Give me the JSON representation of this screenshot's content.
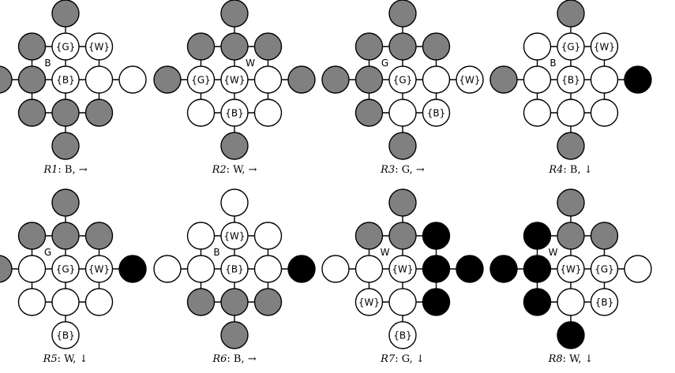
{
  "colors": {
    "white": "#ffffff",
    "gray": "#808080",
    "black": "#000000"
  },
  "panels": [
    {
      "id": "R1",
      "caption_prefix": "R",
      "caption_index": "1",
      "caption_rest": ": B, →",
      "robot": {
        "label": "B",
        "near": "n5"
      },
      "nodes": {
        "n0": {
          "fill": "gray"
        },
        "n1": {
          "fill": "gray"
        },
        "n2": {
          "fill": "white",
          "label": "{G}"
        },
        "n3": {
          "fill": "white",
          "label": "{W}"
        },
        "n4": {
          "fill": "gray"
        },
        "n5": {
          "fill": "gray"
        },
        "n6": {
          "fill": "white",
          "label": "{B}"
        },
        "n7": {
          "fill": "white"
        },
        "n8": {
          "fill": "white"
        },
        "n9": {
          "fill": "gray"
        },
        "n10": {
          "fill": "gray"
        },
        "n11": {
          "fill": "gray"
        },
        "n12": {
          "fill": "gray"
        }
      }
    },
    {
      "id": "R2",
      "caption_prefix": "R",
      "caption_index": "2",
      "caption_rest": ": W, →",
      "robot": {
        "label": "W",
        "near": "n6"
      },
      "nodes": {
        "n0": {
          "fill": "gray"
        },
        "n1": {
          "fill": "gray"
        },
        "n2": {
          "fill": "gray"
        },
        "n3": {
          "fill": "gray"
        },
        "n4": {
          "fill": "gray"
        },
        "n5": {
          "fill": "white",
          "label": "{G}"
        },
        "n6": {
          "fill": "white",
          "label": "{W}"
        },
        "n7": {
          "fill": "white"
        },
        "n8": {
          "fill": "gray"
        },
        "n9": {
          "fill": "white"
        },
        "n10": {
          "fill": "white",
          "label": "{B}"
        },
        "n11": {
          "fill": "white"
        },
        "n12": {
          "fill": "gray"
        }
      }
    },
    {
      "id": "R3",
      "caption_prefix": "R",
      "caption_index": "3",
      "caption_rest": ": G, →",
      "robot": {
        "label": "G",
        "near": "n5"
      },
      "nodes": {
        "n0": {
          "fill": "gray"
        },
        "n1": {
          "fill": "gray"
        },
        "n2": {
          "fill": "gray"
        },
        "n3": {
          "fill": "gray"
        },
        "n4": {
          "fill": "gray"
        },
        "n5": {
          "fill": "gray"
        },
        "n6": {
          "fill": "white",
          "label": "{G}"
        },
        "n7": {
          "fill": "white"
        },
        "n8": {
          "fill": "white",
          "label": "{W}"
        },
        "n9": {
          "fill": "gray"
        },
        "n10": {
          "fill": "white"
        },
        "n11": {
          "fill": "white",
          "label": "{B}"
        },
        "n12": {
          "fill": "gray"
        }
      }
    },
    {
      "id": "R4",
      "caption_prefix": "R",
      "caption_index": "4",
      "caption_rest": ": B, ↓",
      "robot": {
        "label": "B",
        "near": "n5"
      },
      "nodes": {
        "n0": {
          "fill": "gray"
        },
        "n1": {
          "fill": "white"
        },
        "n2": {
          "fill": "white",
          "label": "{G}"
        },
        "n3": {
          "fill": "white",
          "label": "{W}"
        },
        "n4": {
          "fill": "gray"
        },
        "n5": {
          "fill": "white"
        },
        "n6": {
          "fill": "white",
          "label": "{B}"
        },
        "n7": {
          "fill": "white"
        },
        "n8": {
          "fill": "black"
        },
        "n9": {
          "fill": "white"
        },
        "n10": {
          "fill": "white"
        },
        "n11": {
          "fill": "white"
        },
        "n12": {
          "fill": "gray"
        }
      }
    },
    {
      "id": "R5",
      "caption_prefix": "R",
      "caption_index": "5",
      "caption_rest": ": W, ↓",
      "robot": {
        "label": "G",
        "near": "n5"
      },
      "nodes": {
        "n0": {
          "fill": "gray"
        },
        "n1": {
          "fill": "gray"
        },
        "n2": {
          "fill": "gray"
        },
        "n3": {
          "fill": "gray"
        },
        "n4": {
          "fill": "gray"
        },
        "n5": {
          "fill": "white"
        },
        "n6": {
          "fill": "white",
          "label": "{G}"
        },
        "n7": {
          "fill": "white",
          "label": "{W}"
        },
        "n8": {
          "fill": "black"
        },
        "n9": {
          "fill": "white"
        },
        "n10": {
          "fill": "white"
        },
        "n11": {
          "fill": "white"
        },
        "n12": {
          "fill": "white",
          "label": "{B}"
        }
      }
    },
    {
      "id": "R6",
      "caption_prefix": "R",
      "caption_index": "6",
      "caption_rest": ": B, →",
      "robot": {
        "label": "B",
        "near": "n5"
      },
      "nodes": {
        "n0": {
          "fill": "white"
        },
        "n1": {
          "fill": "white"
        },
        "n2": {
          "fill": "white",
          "label": "{W}"
        },
        "n3": {
          "fill": "white"
        },
        "n4": {
          "fill": "white"
        },
        "n5": {
          "fill": "white"
        },
        "n6": {
          "fill": "white",
          "label": "{B}"
        },
        "n7": {
          "fill": "white"
        },
        "n8": {
          "fill": "black"
        },
        "n9": {
          "fill": "gray"
        },
        "n10": {
          "fill": "gray"
        },
        "n11": {
          "fill": "gray"
        },
        "n12": {
          "fill": "gray"
        }
      }
    },
    {
      "id": "R7",
      "caption_prefix": "R",
      "caption_index": "7",
      "caption_rest": ": G, ↓",
      "robot": {
        "label": "W",
        "near": "n5"
      },
      "nodes": {
        "n0": {
          "fill": "gray"
        },
        "n1": {
          "fill": "gray"
        },
        "n2": {
          "fill": "gray"
        },
        "n3": {
          "fill": "black"
        },
        "n4": {
          "fill": "white"
        },
        "n5": {
          "fill": "white"
        },
        "n6": {
          "fill": "white",
          "label": "{W}"
        },
        "n7": {
          "fill": "black"
        },
        "n8": {
          "fill": "black"
        },
        "n9": {
          "fill": "white",
          "label": "{W}"
        },
        "n10": {
          "fill": "white"
        },
        "n11": {
          "fill": "black"
        },
        "n12": {
          "fill": "white",
          "label": "{B}"
        }
      }
    },
    {
      "id": "R8",
      "caption_prefix": "R",
      "caption_index": "8",
      "caption_rest": ": W, ↓",
      "robot": {
        "label": "W",
        "near": "n5"
      },
      "nodes": {
        "n0": {
          "fill": "gray"
        },
        "n1": {
          "fill": "black"
        },
        "n2": {
          "fill": "gray"
        },
        "n3": {
          "fill": "gray"
        },
        "n4": {
          "fill": "black"
        },
        "n5": {
          "fill": "black"
        },
        "n6": {
          "fill": "white",
          "label": "{W}"
        },
        "n7": {
          "fill": "white",
          "label": "{G}"
        },
        "n8": {
          "fill": "white"
        },
        "n9": {
          "fill": "black"
        },
        "n10": {
          "fill": "white"
        },
        "n11": {
          "fill": "white",
          "label": "{B}"
        },
        "n12": {
          "fill": "black"
        }
      }
    }
  ]
}
